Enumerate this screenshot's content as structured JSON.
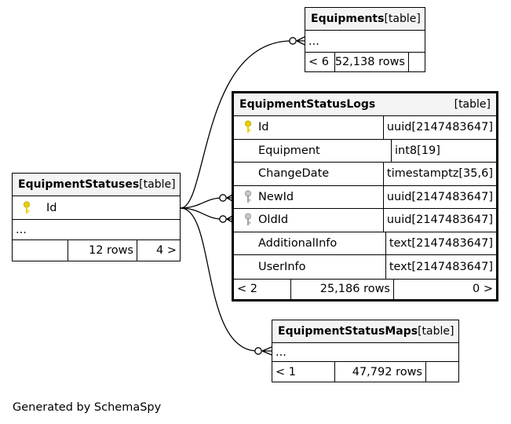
{
  "footer_text": "Generated by SchemaSpy",
  "colors": {
    "primary_key": "#e8d000",
    "foreign_key": "#a0a0a0",
    "header_bg": "#f4f4f4"
  },
  "tables": {
    "equipments": {
      "name": "Equipments",
      "kind": "[table]",
      "ellipsis": "...",
      "parents": "< 6",
      "rows": "52,138 rows",
      "children": ""
    },
    "equipment_status_logs": {
      "name": "EquipmentStatusLogs",
      "kind": "[table]",
      "columns": [
        {
          "name": "Id",
          "type": "uuid[2147483647]",
          "icon": "primary-key-icon"
        },
        {
          "name": "Equipment",
          "type": "int8[19]",
          "icon": ""
        },
        {
          "name": "ChangeDate",
          "type": "timestamptz[35,6]",
          "icon": ""
        },
        {
          "name": "NewId",
          "type": "uuid[2147483647]",
          "icon": "foreign-key-icon"
        },
        {
          "name": "OldId",
          "type": "uuid[2147483647]",
          "icon": "foreign-key-icon"
        },
        {
          "name": "AdditionalInfo",
          "type": "text[2147483647]",
          "icon": ""
        },
        {
          "name": "UserInfo",
          "type": "text[2147483647]",
          "icon": ""
        }
      ],
      "parents": "< 2",
      "rows": "25,186 rows",
      "children": "0 >"
    },
    "equipment_statuses": {
      "name": "EquipmentStatuses",
      "kind": "[table]",
      "columns": [
        {
          "name": "Id",
          "icon": "primary-key-icon"
        }
      ],
      "ellipsis": "...",
      "parents": "",
      "rows": "12 rows",
      "children": "4 >"
    },
    "equipment_status_maps": {
      "name": "EquipmentStatusMaps",
      "kind": "[table]",
      "ellipsis": "...",
      "parents": "< 1",
      "rows": "47,792 rows",
      "children": ""
    }
  }
}
